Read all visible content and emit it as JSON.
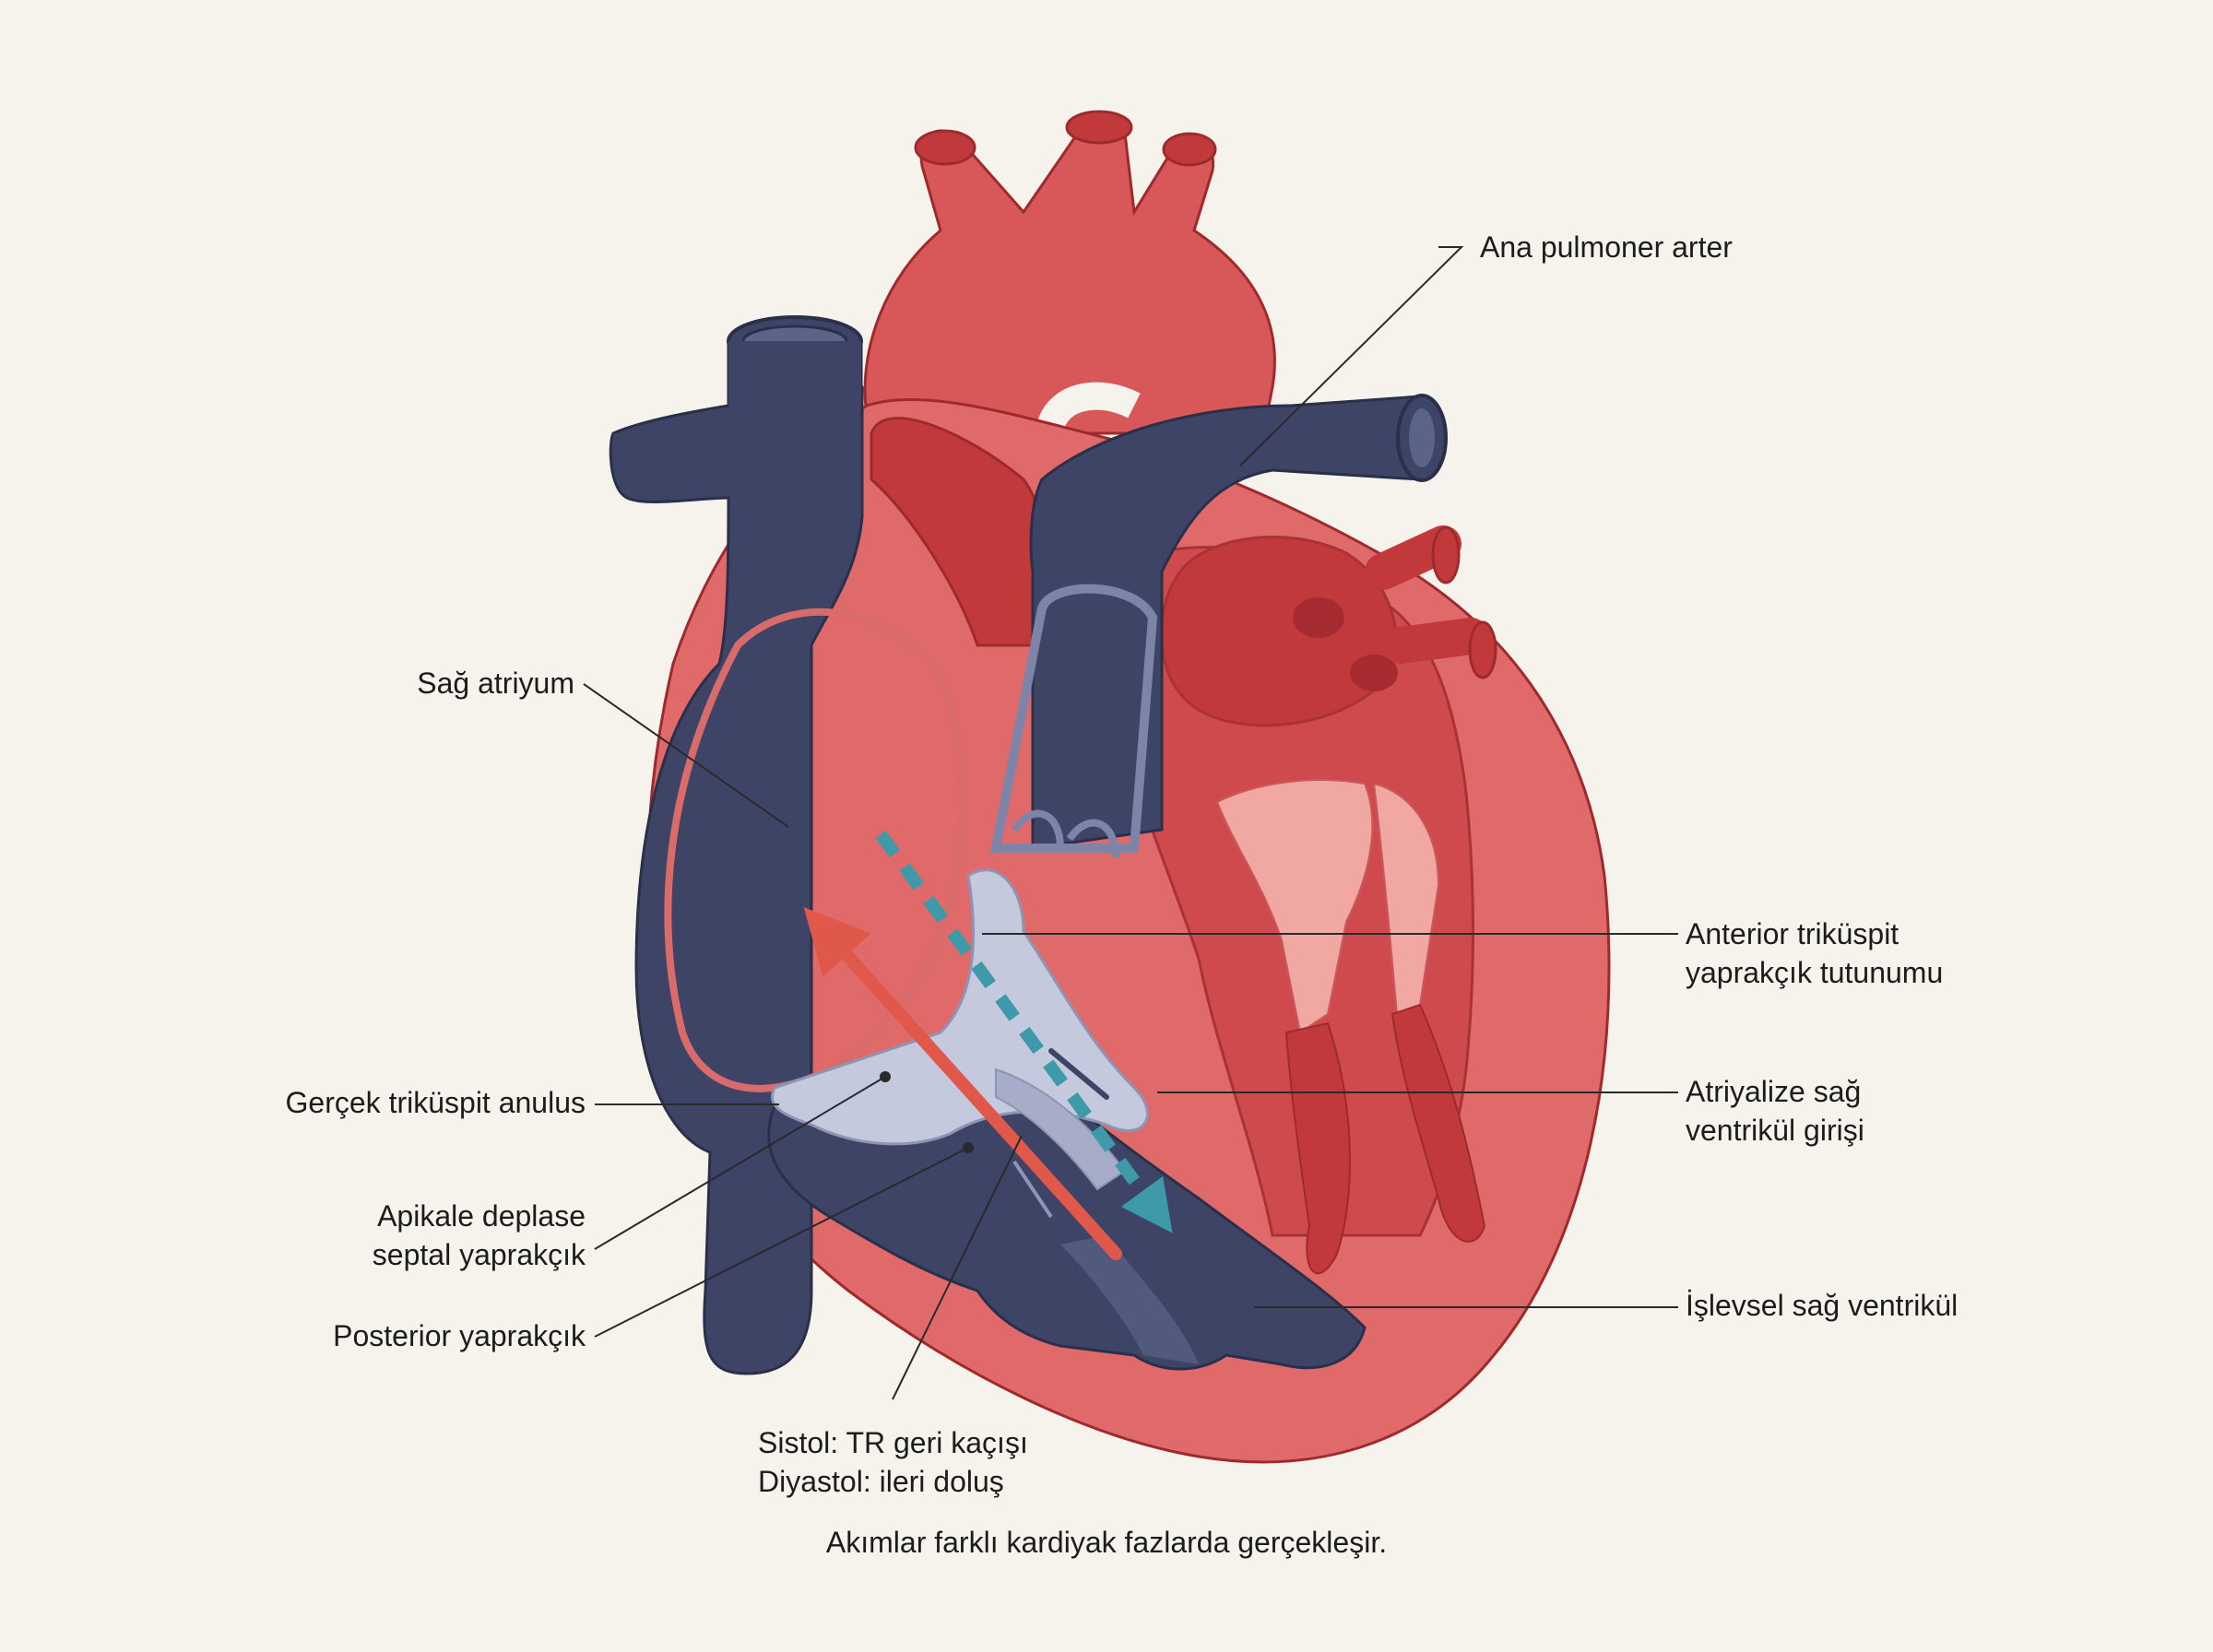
{
  "labels": {
    "pulmonary_artery": "Ana pulmoner arter",
    "right_atrium": "Sağ atriyum",
    "anterior_leaflet": [
      "Anterior triküspit",
      "yaprakçık tutunumu"
    ],
    "atrialized_rv": [
      "Atriyalize sağ",
      "ventrikül girişi"
    ],
    "true_annulus": "Gerçek triküspit anulus",
    "septal_leaflet": [
      "Apikale deplase",
      "septal yaprakçık"
    ],
    "posterior_leaflet": "Posterior yaprakçık",
    "functional_rv": "İşlevsel sağ ventrikül",
    "flow_note": [
      "Sistol: TR geri kaçışı",
      "Diyastol: ileri doluş"
    ]
  },
  "caption": "Akımlar farklı kardiyak fazlarda gerçekleşir.",
  "colors": {
    "background": "#f6f2ec",
    "venous_blue": "#3d4466",
    "arterial_red": "#d8585a",
    "deep_red": "#c2393b",
    "outline": "#9e2a2e",
    "leaflet": "#c4c9dd",
    "reflux_arrow": "#e0584a",
    "forward_arrow": "#3e9aa8",
    "leader_line": "#2a2a2a"
  }
}
